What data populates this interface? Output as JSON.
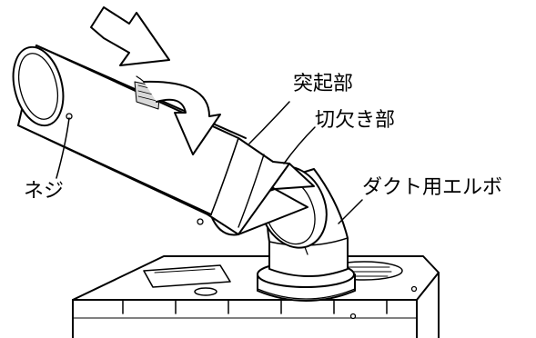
{
  "labels": {
    "projection": "突起部",
    "notch": "切欠き部",
    "duct_elbow": "ダクト用エルボ",
    "screw": "ネジ"
  },
  "colors": {
    "stroke": "#000000",
    "fill": "#ffffff",
    "shade": "#d9d9d9"
  }
}
